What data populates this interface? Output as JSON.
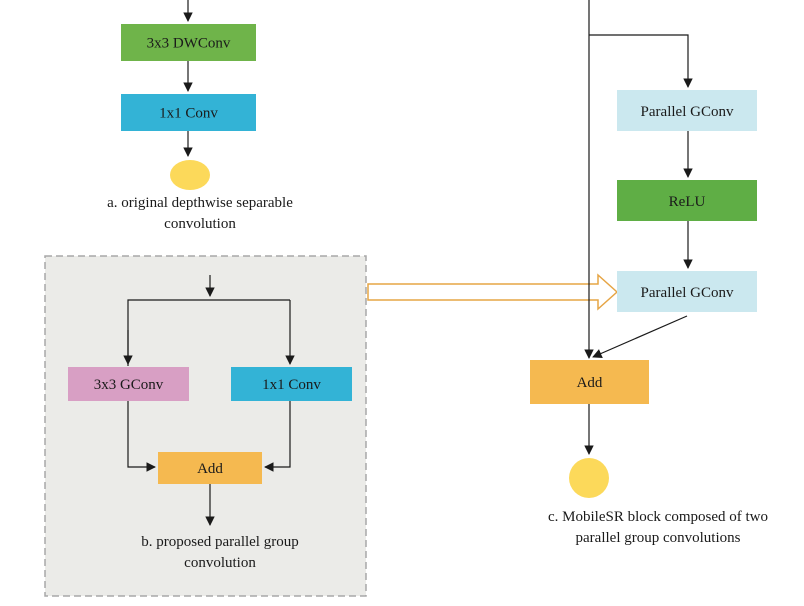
{
  "colors": {
    "dwconv": "#6fb44a",
    "conv1x1": "#33b3d6",
    "gconv": "#d89fc4",
    "add": "#f5b950",
    "parallel_gconv": "#cbe8ef",
    "relu": "#5fae45",
    "output_dot": "#fcd95a",
    "panel_bg": "#ebebe8",
    "panel_border": "#a8a8a8",
    "wide_arrow": "#e6a545"
  },
  "panel_a": {
    "dwconv_label": "3x3 DWConv",
    "conv_label": "1x1 Conv",
    "caption_line1": "a. original depthwise separable",
    "caption_line2": "convolution"
  },
  "panel_b": {
    "gconv_label": "3x3 GConv",
    "conv_label": "1x1 Conv",
    "add_label": "Add",
    "caption_line1": "b. proposed parallel group",
    "caption_line2": "convolution"
  },
  "panel_c": {
    "pgconv1_label": "Parallel GConv",
    "relu_label": "ReLU",
    "pgconv2_label": "Parallel GConv",
    "add_label": "Add",
    "caption_line1": "c. MobileSR block composed of two",
    "caption_line2": "parallel group convolutions"
  }
}
